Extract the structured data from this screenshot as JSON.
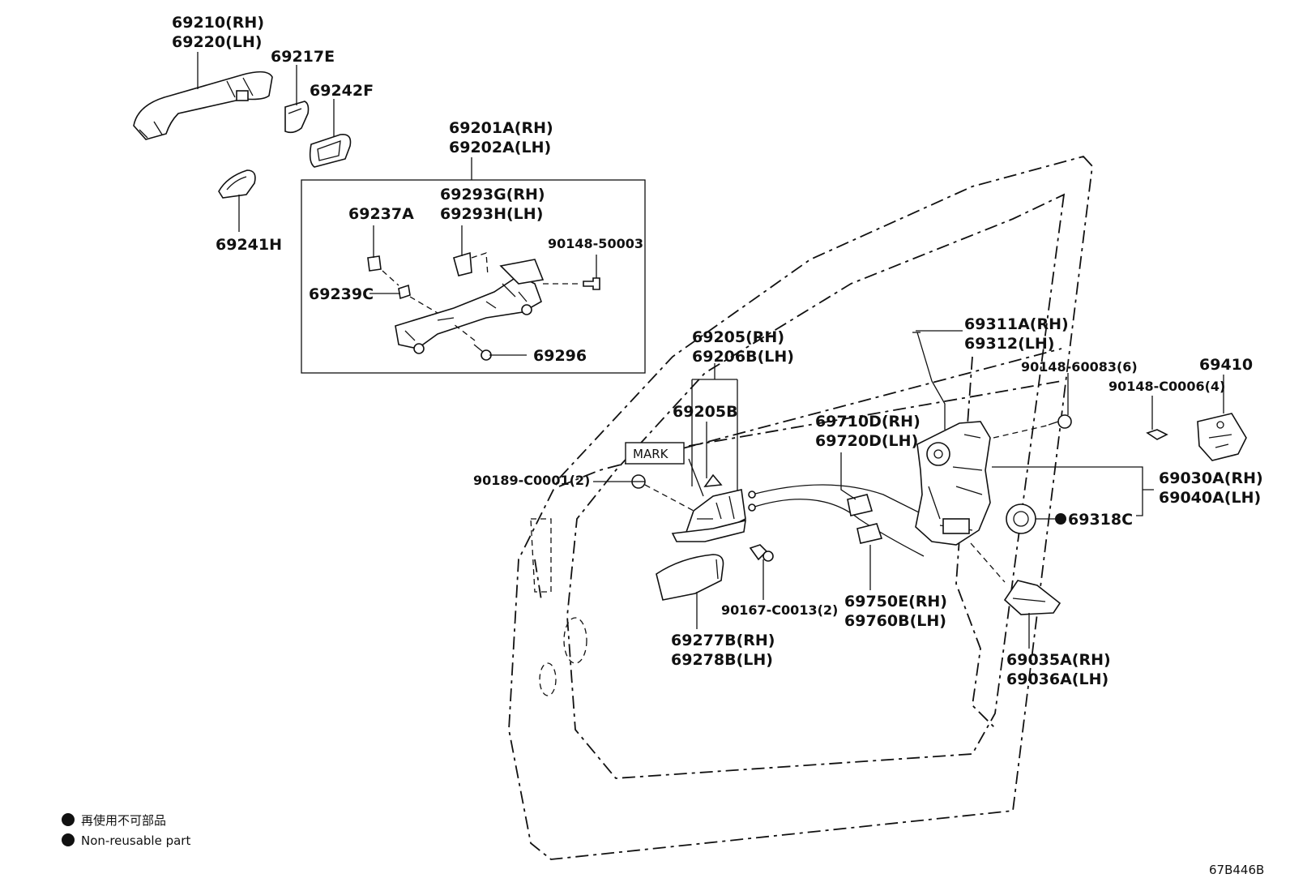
{
  "callouts": {
    "outside_handle": [
      "69210(RH)",
      "69220(LH)"
    ],
    "handle_cover": "69217E",
    "handle_pad": "69242F",
    "cylinder_pad": "69241H",
    "frame_assy": [
      "69201A(RH)",
      "69202A(LH)"
    ],
    "frame_cover": [
      "69293G(RH)",
      "69293H(LH)"
    ],
    "frame_clip": "69237A",
    "frame_bolt": "90148-50003",
    "frame_pad": "69239C",
    "frame_screw": "69296",
    "inside_handle": [
      "69205(RH)",
      "69206B(LH)"
    ],
    "inside_handle_sub": "69205B",
    "mark_box": "MARK",
    "clip": "90189-C0001(2)",
    "bezel": [
      "69277B(RH)",
      "69278B(LH)"
    ],
    "handle_screw": "90167-C0013(2)",
    "cable_front": [
      "69710D(RH)",
      "69720D(LH)"
    ],
    "cable_rear": [
      "69750E(RH)",
      "69760B(LH)"
    ],
    "rod": [
      "69311A(RH)",
      "69312(LH)"
    ],
    "lock_screw": "90148-60083(6)",
    "striker": "69410",
    "striker_screw": "90148-C0006(4)",
    "lock_assy": [
      "69030A(RH)",
      "69040A(LH)"
    ],
    "seal": "69318C",
    "lock_cover": [
      "69035A(RH)",
      "69036A(LH)"
    ]
  },
  "legend": {
    "jp": "再使用不可部品",
    "en": "Non-reusable part"
  },
  "figure_code": "67B446B"
}
